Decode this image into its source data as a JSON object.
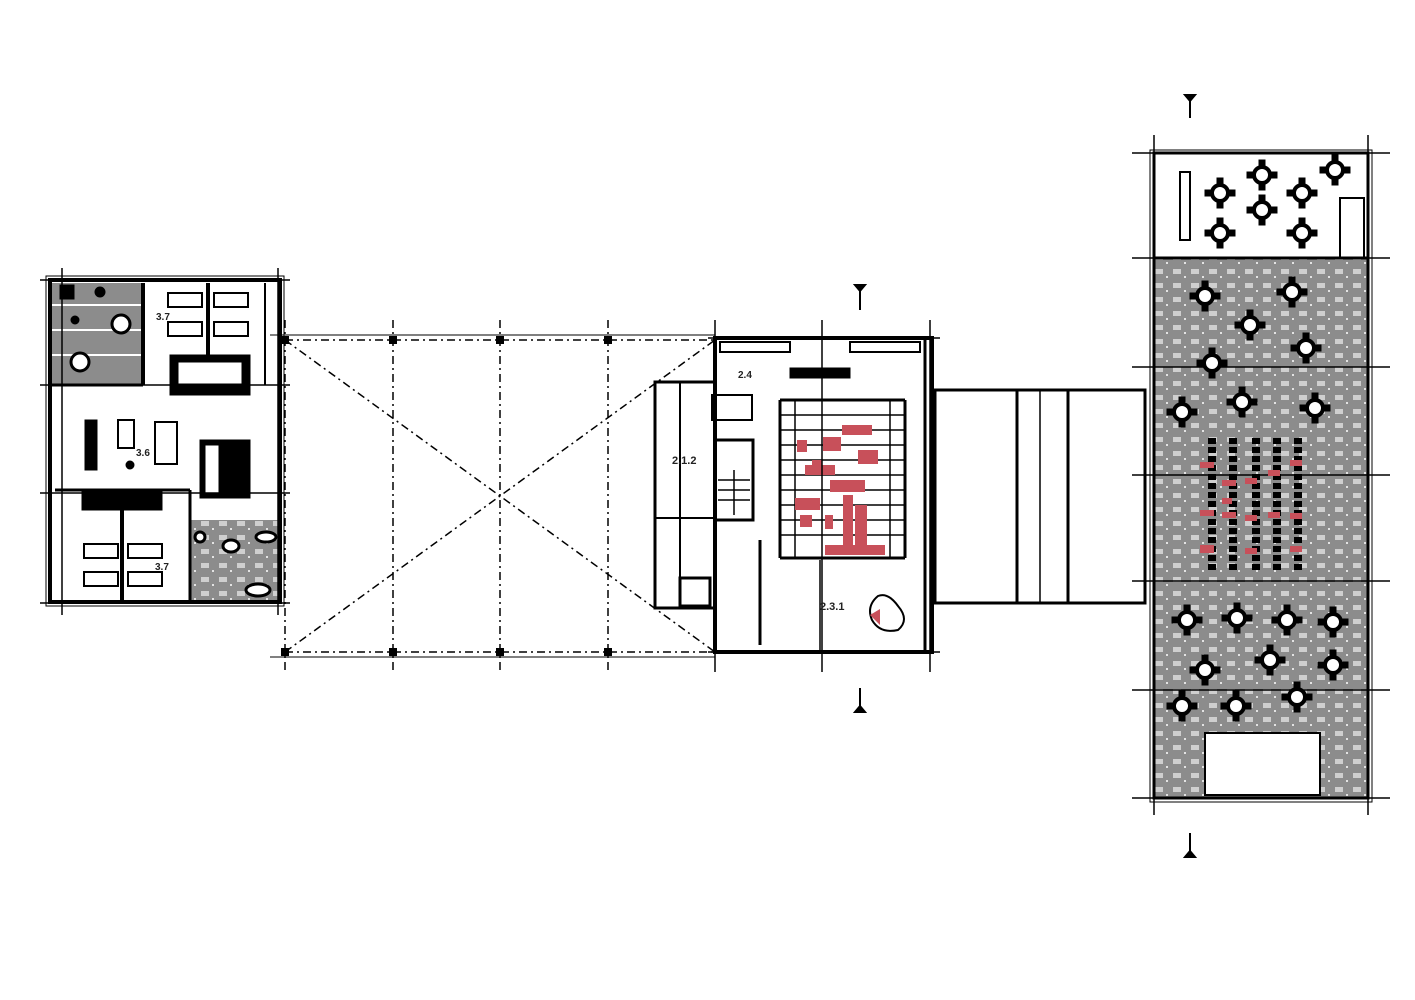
{
  "drawing": {
    "rooms": {
      "left_top": "3.7",
      "left_center": "3.6",
      "left_bottom": "3.7",
      "center_top": "2.4",
      "center_annex": "2.1.2",
      "center_hall": "2.3.1"
    },
    "colors": {
      "line": "#000000",
      "hatch": "#8c8c8c",
      "seating_accent": "#c8505a"
    }
  }
}
